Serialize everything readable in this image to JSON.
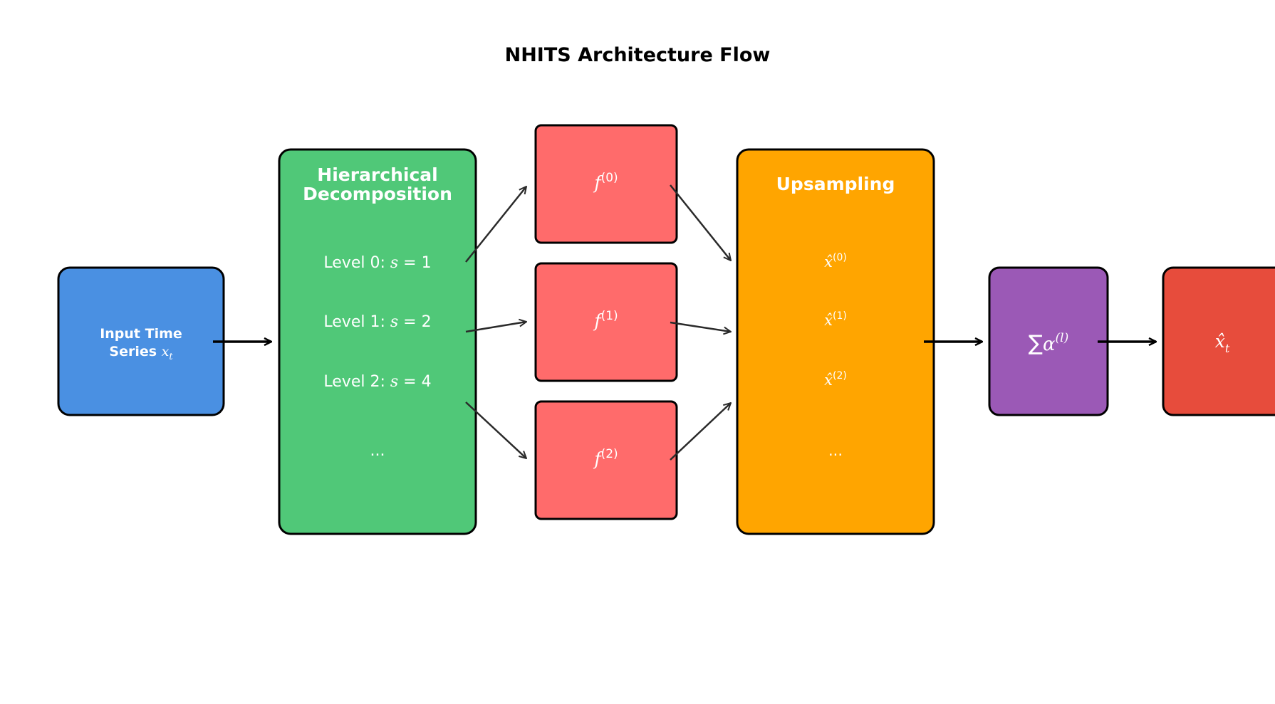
{
  "title": "NHITS Architecture Flow",
  "colors": {
    "input": "#4A90E2",
    "decomposition": "#50C878",
    "mlp": "#FF6B6B",
    "upsampling": "#FFA500",
    "sum": "#9B59B6",
    "output": "#E74C3C"
  },
  "input_box": {
    "line1": "Input Time",
    "line2_prefix": "Series ",
    "line2_var": "x",
    "line2_sub": "t"
  },
  "decomposition": {
    "title_line1": "Hierarchical",
    "title_line2": "Decomposition",
    "levels": [
      {
        "prefix": "Level 0: ",
        "var": "s",
        "eq": " = 1"
      },
      {
        "prefix": "Level 1: ",
        "var": "s",
        "eq": " = 2"
      },
      {
        "prefix": "Level 2: ",
        "var": "s",
        "eq": " = 4"
      }
    ],
    "ellipsis": "..."
  },
  "mlp_blocks": [
    {
      "var": "f",
      "sup": "(0)"
    },
    {
      "var": "f",
      "sup": "(1)"
    },
    {
      "var": "f",
      "sup": "(2)"
    }
  ],
  "upsampling": {
    "title": "Upsampling",
    "items": [
      {
        "var": "x̂",
        "sup": "(0)"
      },
      {
        "var": "x̂",
        "sup": "(1)"
      },
      {
        "var": "x̂",
        "sup": "(2)"
      }
    ],
    "ellipsis": "..."
  },
  "sum_box": {
    "symbol": "∑",
    "var": "α",
    "sup": "(l)"
  },
  "output_box": {
    "var": "x̂",
    "sub": "t"
  }
}
